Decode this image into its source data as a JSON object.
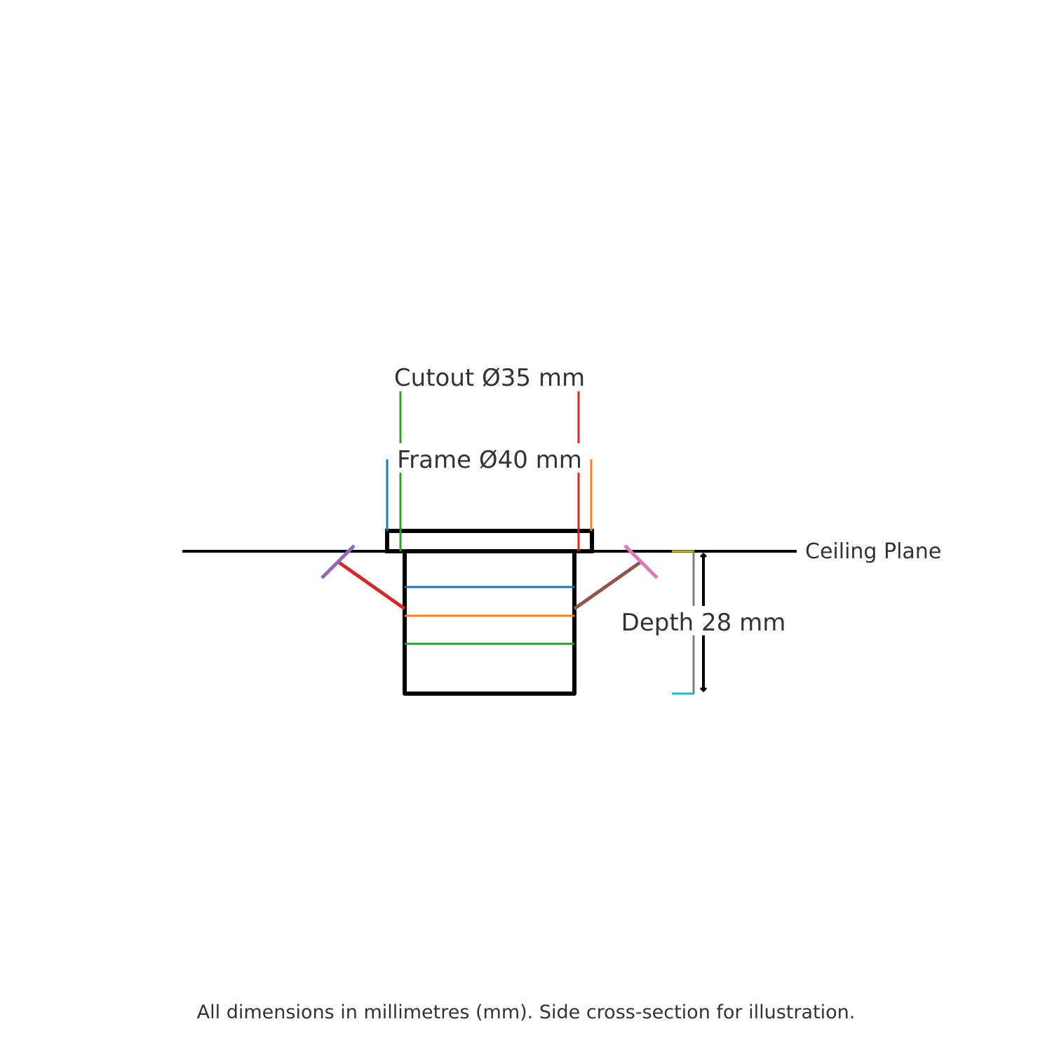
{
  "labels": {
    "cutout": "Cutout Ø35 mm",
    "frame": "Frame Ø40 mm",
    "depth": "Depth 28 mm",
    "ceiling": "Ceiling Plane",
    "footnote": "All dimensions in millimetres (mm). Side cross-section for illustration."
  },
  "dimensions_mm": {
    "cutout_diameter": 35,
    "frame_diameter": 40,
    "depth": 28
  },
  "colors": {
    "outline": "#000000",
    "text": "#333333",
    "blue": "#1f77b4",
    "orange": "#ff7f0e",
    "green": "#2ca02c",
    "red": "#d62728",
    "purple": "#9467bd",
    "brown": "#8c564b",
    "pink": "#e377c2",
    "gray": "#7f7f7f",
    "olive": "#bcbd22",
    "cyan": "#17becf"
  }
}
